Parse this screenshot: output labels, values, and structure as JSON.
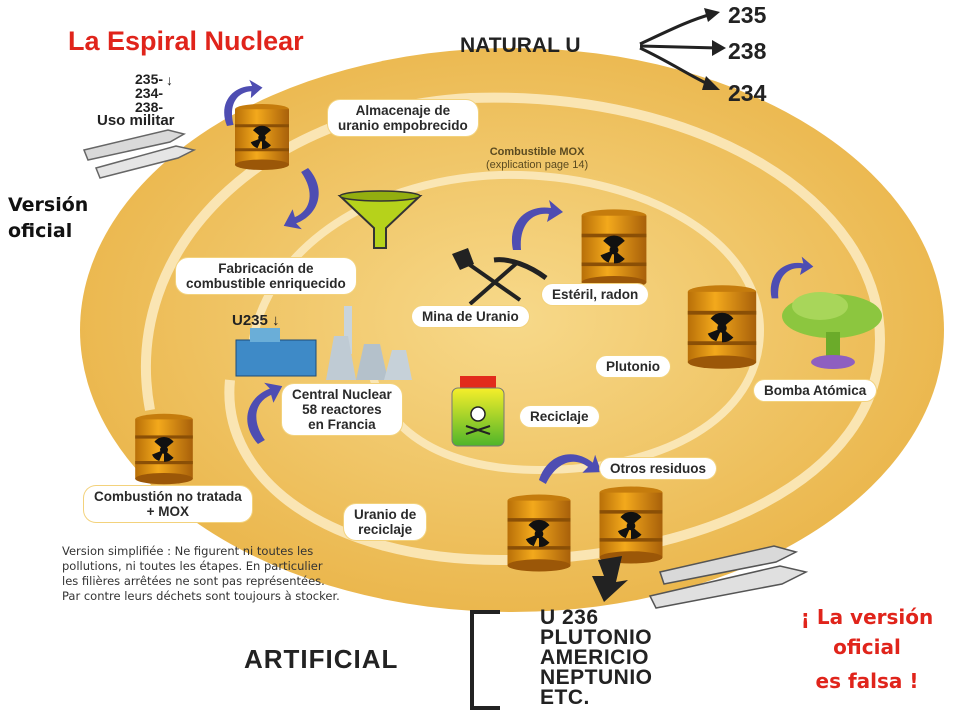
{
  "title": "La Espiral Nuclear",
  "natural": {
    "label": "NATURAL U",
    "isotopes": [
      "235",
      "238",
      "234"
    ]
  },
  "left_note": {
    "line1": "Versión",
    "line2": "oficial"
  },
  "military": {
    "iso1": "235-",
    "iso2": "234-",
    "iso3": "238-",
    "label": "Uso militar"
  },
  "boxes": {
    "storage_1": "Almacenaje de",
    "storage_2": "uranio empobrecido",
    "mox_1": "Combustible MOX",
    "mox_2": "(explication page 14)",
    "fab_1": "Fabricación de",
    "fab_2": "combustible enriquecido",
    "mine": "Mina de Uranio",
    "steril": "Estéril, radon",
    "u235": "U235",
    "plutonium": "Plutonio",
    "bomb": "Bomba Atómica",
    "central_1": "Central Nuclear",
    "central_2": "58 reactores",
    "central_3": "en Francia",
    "recycling": "Reciclaje",
    "other_waste": "Otros residuos",
    "combustion_1": "Combustión no tratada",
    "combustion_2": "+ MOX",
    "recycled_u_1": "Uranio de",
    "recycled_u_2": "reciclaje"
  },
  "note_lines": [
    "Version simplifiée : Ne figurent ni toutes les",
    "pollutions, ni toutes les étapes. En particulier",
    "les filières arrêtées ne sont pas représentées.",
    "Par contre leurs déchets sont toujours à stocker."
  ],
  "artificial": {
    "label": "ARTIFICIAL",
    "items": [
      "U 236",
      "PLUTONIO",
      "AMERICIO",
      "NEPTUNIO",
      "ETC."
    ]
  },
  "claim": {
    "line1": "¡ La versión",
    "line2": "oficial",
    "line3": "es falsa !"
  },
  "colors": {
    "title_red": "#e0241b",
    "disc_yellow": "#eebd55",
    "barrel_orange": "#e39416",
    "arrow_purple": "#4e4db2"
  }
}
